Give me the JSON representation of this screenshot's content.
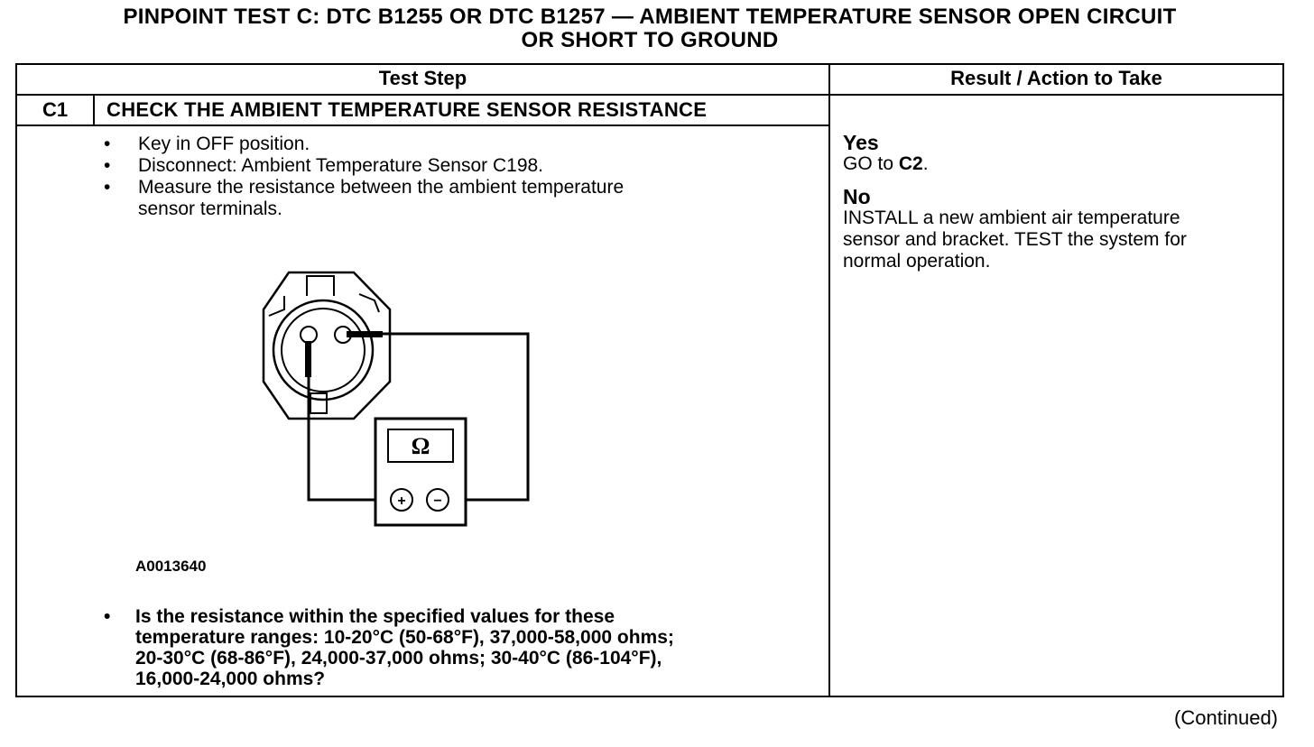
{
  "title_line1": "PINPOINT TEST C: DTC B1255 OR DTC B1257 — AMBIENT TEMPERATURE SENSOR OPEN CIRCUIT",
  "title_line2": "OR SHORT TO GROUND",
  "table": {
    "header_test_step": "Test Step",
    "header_result": "Result / Action to Take",
    "step_id": "C1",
    "step_title": "CHECK THE AMBIENT TEMPERATURE SENSOR RESISTANCE",
    "bullets": [
      "Key in OFF position.",
      "Disconnect: Ambient Temperature Sensor C198.",
      "Measure the resistance between the ambient temperature",
      "sensor terminals."
    ],
    "figure_id": "A0013640",
    "meter_symbol": "Ω",
    "meter_plus": "+",
    "meter_minus": "−",
    "question_lines": [
      "Is the resistance within the specified values for these",
      "temperature ranges: 10-20°C (50-68°F), 37,000-58,000 ohms;",
      "20-30°C (68-86°F), 24,000-37,000 ohms; 30-40°C (86-104°F),",
      "16,000-24,000 ohms?"
    ],
    "result_yes_label": "Yes",
    "result_yes_text_prefix": "GO to ",
    "result_yes_target": "C2",
    "result_yes_text_suffix": ".",
    "result_no_label": "No",
    "result_no_lines": [
      "INSTALL a new ambient air temperature",
      "sensor and bracket. TEST the system for",
      "normal operation."
    ]
  },
  "continued": "(Continued)"
}
